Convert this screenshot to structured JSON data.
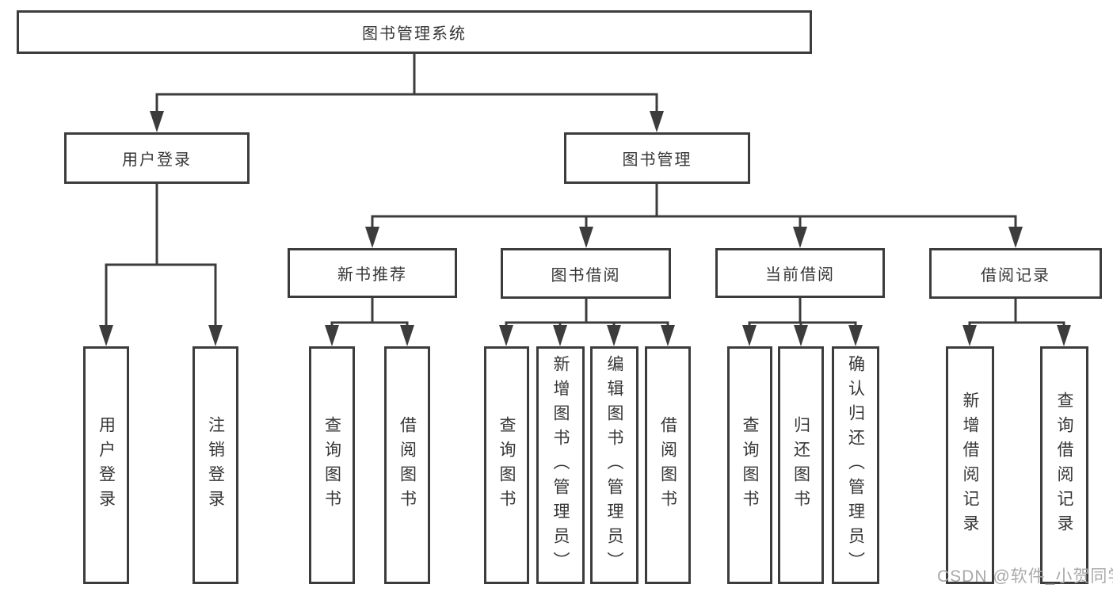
{
  "diagram": {
    "title": "图书管理系统",
    "type": "hierarchy-tree"
  },
  "colors": {
    "line": "#3c3c3c",
    "text": "#363636",
    "watermark": "#a9a9a9",
    "background": "#ffffff"
  },
  "watermark": {
    "text": "CSDN @软件_小贺同学"
  },
  "tree": {
    "label": "图书管理系统",
    "children": [
      {
        "label": "用户登录",
        "children": [
          {
            "label": "用户登录"
          },
          {
            "label": "注销登录"
          }
        ]
      },
      {
        "label": "图书管理",
        "children": [
          {
            "label": "新书推荐",
            "children": [
              {
                "label": "查询图书"
              },
              {
                "label": "借阅图书"
              }
            ]
          },
          {
            "label": "图书借阅",
            "children": [
              {
                "label": "查询图书"
              },
              {
                "label": "新增图书（管理员）"
              },
              {
                "label": "编辑图书（管理员）"
              },
              {
                "label": "借阅图书"
              }
            ]
          },
          {
            "label": "当前借阅",
            "children": [
              {
                "label": "查询图书"
              },
              {
                "label": "归还图书"
              },
              {
                "label": "确认归还（管理员）"
              }
            ]
          },
          {
            "label": "借阅记录",
            "children": [
              {
                "label": "新增借阅记录"
              },
              {
                "label": "查询借阅记录"
              }
            ]
          }
        ]
      }
    ]
  }
}
